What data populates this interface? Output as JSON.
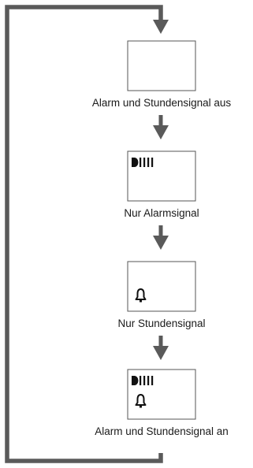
{
  "diagram": {
    "states": [
      {
        "label": "Alarm und Stundensignal aus",
        "alarm_indicator": false,
        "chime_indicator": false
      },
      {
        "label": "Nur Alarmsignal",
        "alarm_indicator": true,
        "chime_indicator": false
      },
      {
        "label": "Nur Stundensignal",
        "alarm_indicator": false,
        "chime_indicator": true
      },
      {
        "label": "Alarm und Stundensignal an",
        "alarm_indicator": true,
        "chime_indicator": true
      }
    ],
    "icons": {
      "alarm_indicator": "alarm-signal-bars-icon",
      "chime_indicator": "bell-icon"
    },
    "line_color": "#5a5a5a",
    "box_border_color": "#555555"
  }
}
